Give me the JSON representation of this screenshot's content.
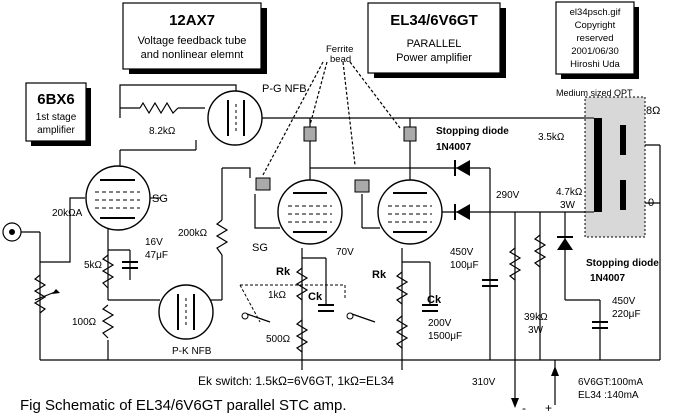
{
  "boxes": {
    "tube_12ax7_title": "12AX7",
    "tube_12ax7_sub1": "Voltage feedback tube",
    "tube_12ax7_sub2": "and nonlinear elemnt",
    "el34_title": "EL34/6V6GT",
    "el34_sub1": "PARALLEL",
    "el34_sub2": "Power amplifier",
    "info1": "el34psch.gif",
    "info2": "Copyright",
    "info3": "reserved",
    "info4": "2001/06/30",
    "info5": "Hiroshi Uda",
    "bx6_title": "6BX6",
    "bx6_sub1": "1st stage",
    "bx6_sub2": "amplifier"
  },
  "labels": {
    "ferrite": "Ferrite",
    "bead": "bead",
    "pg_nfb": "P-G NFB",
    "r82k": "8.2kΩ",
    "sg1": "SG",
    "r20k": "20kΩA",
    "r5k": "5kΩ",
    "c16": "16V",
    "c47": "47μF",
    "r100": "100Ω",
    "r200k": "200kΩ",
    "pk_nfb": "P-K NFB",
    "sg2": "SG",
    "v70": "70V",
    "rk1": "Rk",
    "rk2": "Rk",
    "ck1": "Ck",
    "ck2": "Ck",
    "r1k": "1kΩ",
    "r500": "500Ω",
    "c200v": "200V",
    "c1500": "1500μF",
    "stop1": "Stopping diode",
    "d1": "1N4007",
    "v290": "290V",
    "c450a": "450V",
    "c100": "100μF",
    "r47k": "4.7kΩ",
    "r3w1": "3W",
    "opt": "Medium sized OPT",
    "r35k": "3.5kΩ",
    "ohm8": "8Ω",
    "zero": "0",
    "stop2": "Stopping diode",
    "d2": "1N4007",
    "r39k": "39kΩ",
    "r3w2": "3W",
    "c450b": "450V",
    "c220": "220μF",
    "v310": "310V",
    "ek": "Ek switch: 1.5kΩ=6V6GT, 1kΩ=EL34",
    "cur1": "6V6GT:100mA",
    "cur2": "EL34 :140mA",
    "minus": "-",
    "plus": "+",
    "caption": "Fig  Schematic of  EL34/6V6GT parallel STC amp."
  },
  "icons": [
    "ferrite-bead-icon",
    "tube-icon",
    "diode-icon",
    "transformer-icon",
    "input-jack-icon",
    "ground-icon"
  ]
}
